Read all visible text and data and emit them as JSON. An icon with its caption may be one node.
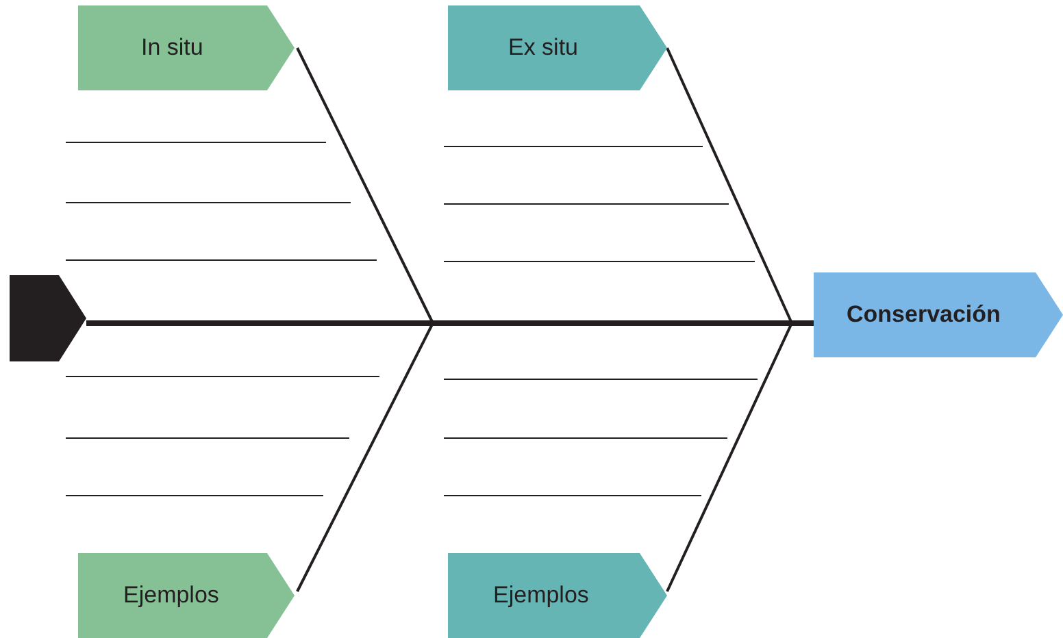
{
  "diagram": {
    "nodes": [
      {
        "text": [
          "In situ"
        ]
      },
      {
        "text": [
          "Ex situ"
        ]
      },
      {
        "text": [
          "Conservación"
        ]
      },
      {
        "text": [
          "Ejemplos"
        ]
      },
      {
        "text": [
          "Ejemplos"
        ]
      },
      {
        "text": [],
        "shape": "box"
      }
    ],
    "edges": [
      {
        "from": 5,
        "to": 2,
        "arrow": "none",
        "style": "thick"
      },
      {
        "from": 0,
        "to": null,
        "arrow": "none"
      },
      {
        "from": 3,
        "to": null,
        "arrow": "none"
      },
      {
        "from": 1,
        "to": null,
        "arrow": "none"
      },
      {
        "from": 4,
        "to": null,
        "arrow": "none"
      }
    ]
  }
}
